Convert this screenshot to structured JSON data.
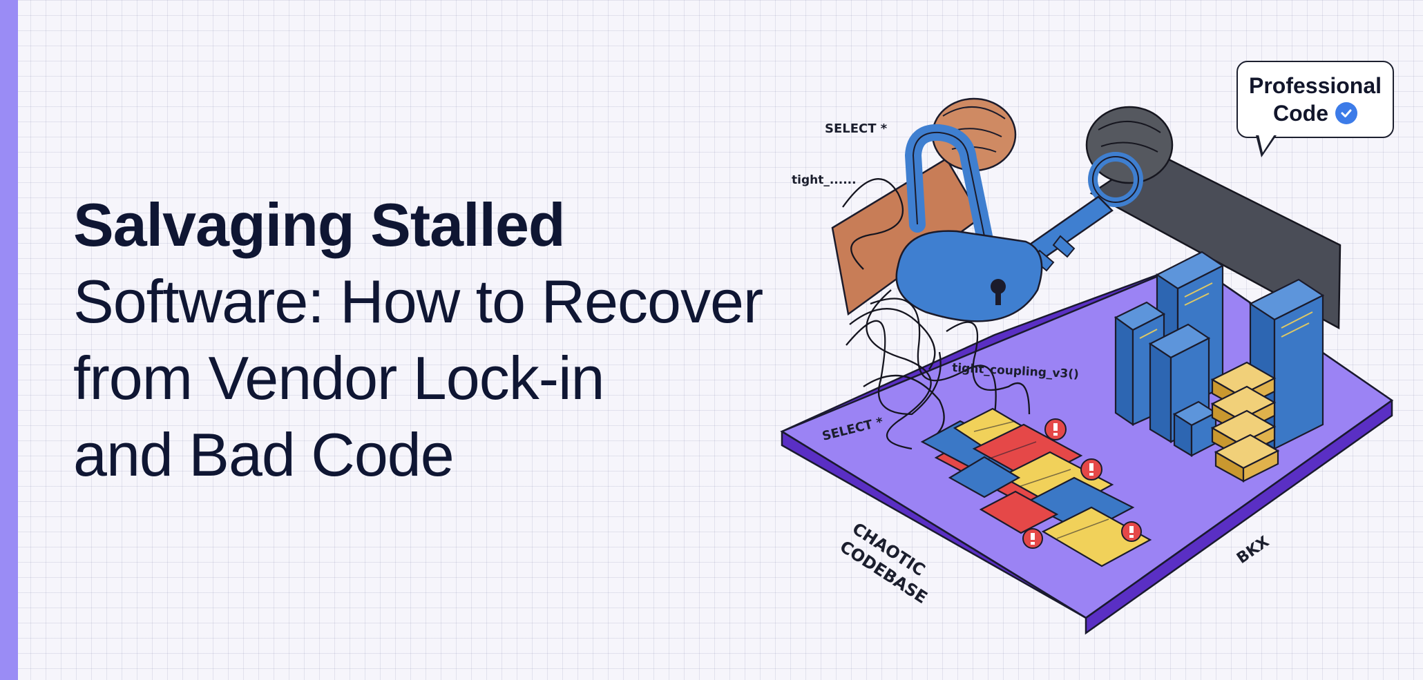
{
  "title": {
    "line1": "Salvaging Stalled",
    "line2": "Software: How to Recover",
    "line3": "from Vendor Lock-in",
    "line4": "and Bad Code"
  },
  "bubble": {
    "line1": "Professional",
    "line2": "Code"
  },
  "illustration": {
    "select_top": "SELECT *",
    "tight_short": "tight_......",
    "tight_coupling": "tight_coupling_v3()",
    "select_bottom": "SELECT *",
    "chaotic_line1": "CHAOTIC",
    "chaotic_line2": "CODEBASE",
    "bkx": "BKX"
  },
  "colors": {
    "accent": "#9a8cf5",
    "platform_top": "#9b83f4",
    "platform_side": "#5a2fc4",
    "title_text": "#0f1633",
    "lock_blue": "#3f7fd0",
    "check_blue": "#3c7be8",
    "server_blue": "#3b78c6",
    "gold": "#e7bd5a",
    "red": "#e54848",
    "yellow": "#f1d15a"
  },
  "icons": [
    "padlock-icon",
    "key-icon",
    "check-icon",
    "warning-icon",
    "fist-icon"
  ]
}
